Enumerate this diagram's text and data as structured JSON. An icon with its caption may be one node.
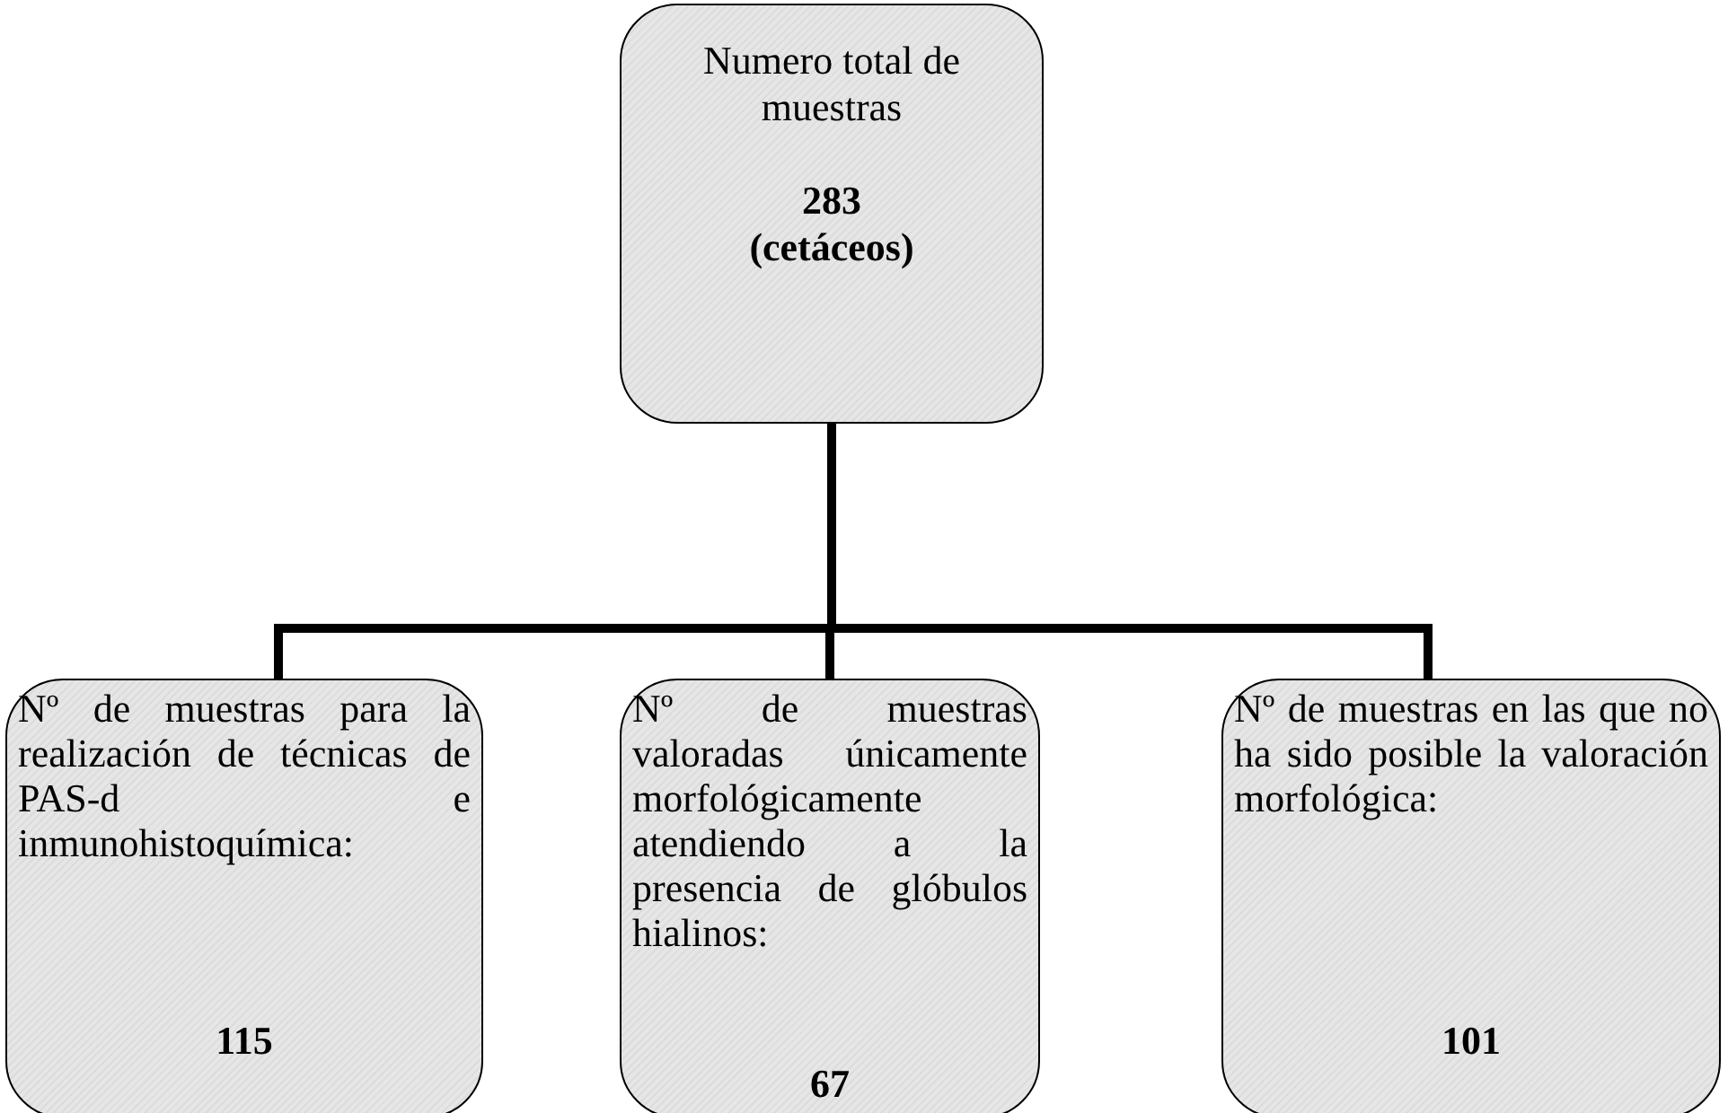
{
  "diagram": {
    "nodes": [
      {
        "text": [
          "Numero total de muestras",
          "283 (cetáceos)"
        ]
      },
      {
        "text": [
          "Nº de muestras para la realización de técnicas de PAS-d e inmunohistoquímica:",
          "115"
        ]
      },
      {
        "text": [
          "Nº de muestras valoradas únicamente morfológicamente atendiendo a la presencia de glóbulos hialinos:",
          "67"
        ]
      },
      {
        "text": [
          "Nº de muestras en las que no ha sido posible la valoración morfológica:",
          "101"
        ]
      }
    ],
    "edges": [
      {
        "from": 0,
        "to": 1,
        "arrow": "none"
      },
      {
        "from": 0,
        "to": 2,
        "arrow": "none"
      },
      {
        "from": 0,
        "to": 3,
        "arrow": "none"
      }
    ]
  }
}
